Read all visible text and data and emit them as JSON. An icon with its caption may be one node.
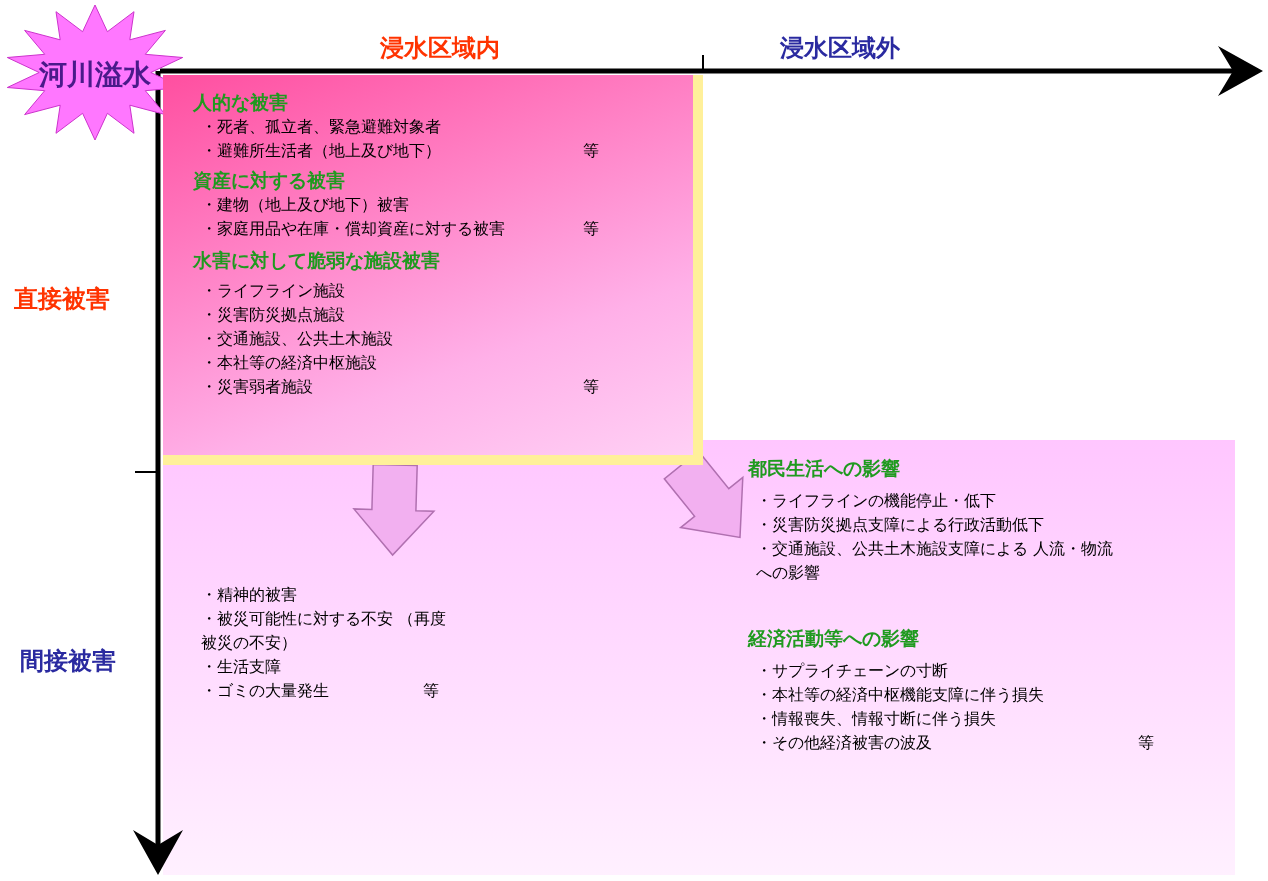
{
  "diagram": {
    "nodes": [
      {
        "text": [
          "河川溢水"
        ]
      },
      {
        "text": [
          "人的な被害",
          "・死者、孤立者、緊急避難対象者",
          "・避難所生活者（地上及び地下）",
          "等",
          "資産に対する被害",
          "・建物（地上及び地下）被害",
          "・家庭用品や在庫・償却資産に対する被害",
          "等",
          "水害に対して脆弱な施設被害",
          "・ライフライン施設",
          "・災害防災拠点施設",
          "・交通施設、公共土木施設",
          "・本社等の経済中枢施設",
          "・災害弱者施設",
          "等"
        ]
      },
      {
        "text": [
          "・精神的被害",
          "・被災可能性に対する不安 （再度被災の不安）",
          "・生活支障",
          "・ゴミの大量発生",
          "等"
        ]
      },
      {
        "text": [
          "都民生活への影響",
          "・ライフラインの機能停止・低下",
          "・災害防災拠点支障による行政活動低下",
          "・交通施設、公共土木施設支障による 人流・物流への影響",
          "経済活動等への影響",
          "・サプライチェーンの寸断",
          "・本社等の経済中枢機能支障に伴う損失",
          "・情報喪失、情報寸断に伴う損失",
          "・その他経済被害の波及",
          "等"
        ]
      }
    ],
    "edges": [
      {
        "from": 1,
        "to": 2,
        "arrow": "to"
      },
      {
        "from": 1,
        "to": 3,
        "arrow": "to"
      }
    ],
    "labels": [
      "浸水区域内",
      "浸水区域外",
      "直接被害",
      "間接被害"
    ]
  }
}
